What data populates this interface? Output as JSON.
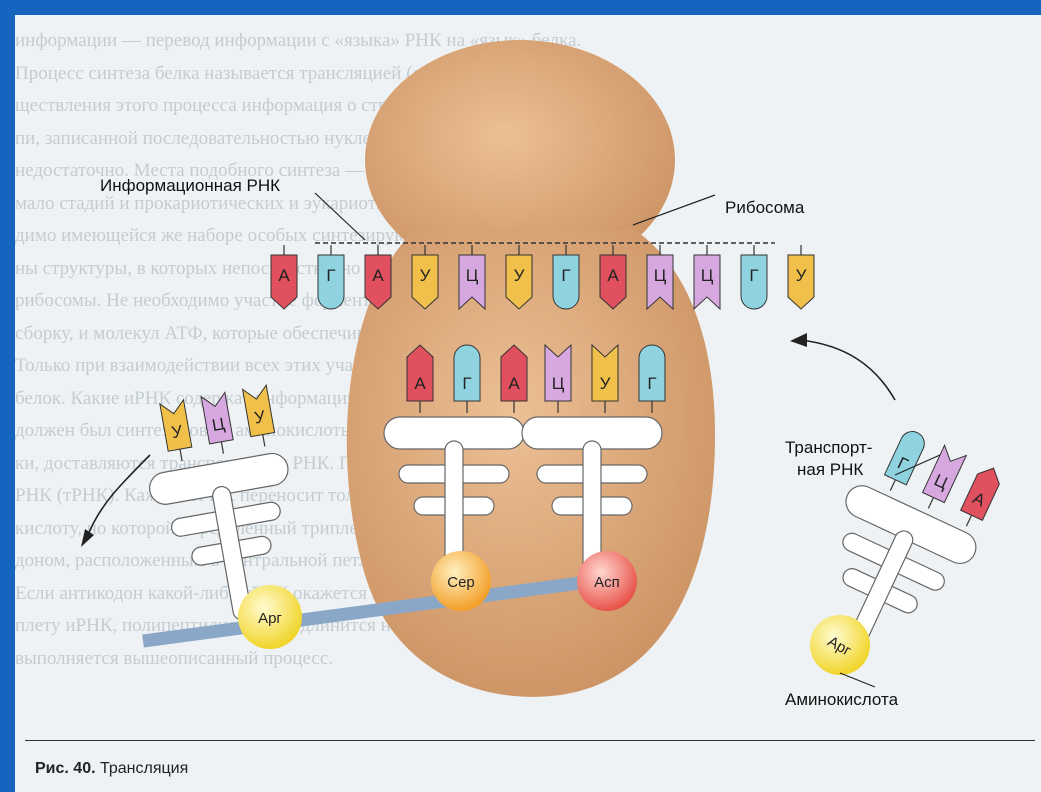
{
  "background_lines": [
    "информации — перевод информации с «языка» РНК на «язык» белка.",
    "Процесс синтеза белка называется трансляцией (см. рис. 38). Для осу-",
    "ществления этого процесса информация о структуре полипептидной це-",
    "пи, записанной последовательностью нуклеотидов молекулы иРНК, явно",
    "недостаточно. Места подобного синтеза — рибосомы, имея на очень",
    "мало стадий и прокариотических и эукариотических клеток, необхо-",
    "димо имеющейся же наборе особых синтезирующих белка. Нуж-",
    "ны структуры, в которых непосредственно происходит синтез —",
    "рибосомы. Не необходимо участие ферментов, осуществляющих эту",
    "сборку, и молекул АТФ, которые обеспечивают процесс энергией.",
    "Только при взаимодействии всех этих участников будет синтезирован",
    "белок. Какие иРНК содержат информацию о том, какой белок, которого",
    "должен был синтезирован, аминокислоты, необходимые для сбор-",
    "ки, доставляются транспортными РНК. По принципу",
    "РНК (тРНК). Каждая тРНК переносит только одну определённую амино-",
    "кислоту, но которой определенный триплет нуклеотидов — антико-",
    "доном, расположенным в центральной петле молекулы тРНК (рис. 39).",
    "Если антикодон какой-либо тРНК окажется комплементарным три-",
    "плету иРНК, полипептидная цепь удлинится на одну аминокислоту,",
    "выполняется вышеописанный процесс."
  ],
  "labels": {
    "mrna": "Информационная РНК",
    "ribosome": "Рибосома",
    "trna_line1": "Транспорт-",
    "trna_line2": "ная РНК",
    "amino_acid": "Аминокислота"
  },
  "mrna_codons": [
    "А",
    "Г",
    "А",
    "У",
    "Ц",
    "У",
    "Г",
    "А",
    "Ц",
    "Ц",
    "Г",
    "У"
  ],
  "anticodons_site1": [
    "А",
    "Г",
    "А"
  ],
  "anticodons_site2": [
    "Ц",
    "У",
    "Г"
  ],
  "trna_left_anticodon": [
    "У",
    "Ц",
    "У"
  ],
  "trna_right_anticodon": [
    "Г",
    "Ц",
    "А"
  ],
  "amino_acids": {
    "ser": "Сер",
    "asp": "Асп",
    "arg_left": "Арг",
    "arg_right": "Арг"
  },
  "caption": {
    "prefix": "Рис. 40.",
    "title": "Трансляция"
  },
  "colors": {
    "frame": "#1565c0",
    "ribosome": "#d9a574",
    "A": "#e0505e",
    "G": "#8fd3e0",
    "U": "#f0c04a",
    "C": "#d7a8e0",
    "polypeptide": "#8aa7c8",
    "amino_yellow": "#f5e43a",
    "amino_orange": "#f5b13a",
    "amino_red": "#ec5a57"
  }
}
